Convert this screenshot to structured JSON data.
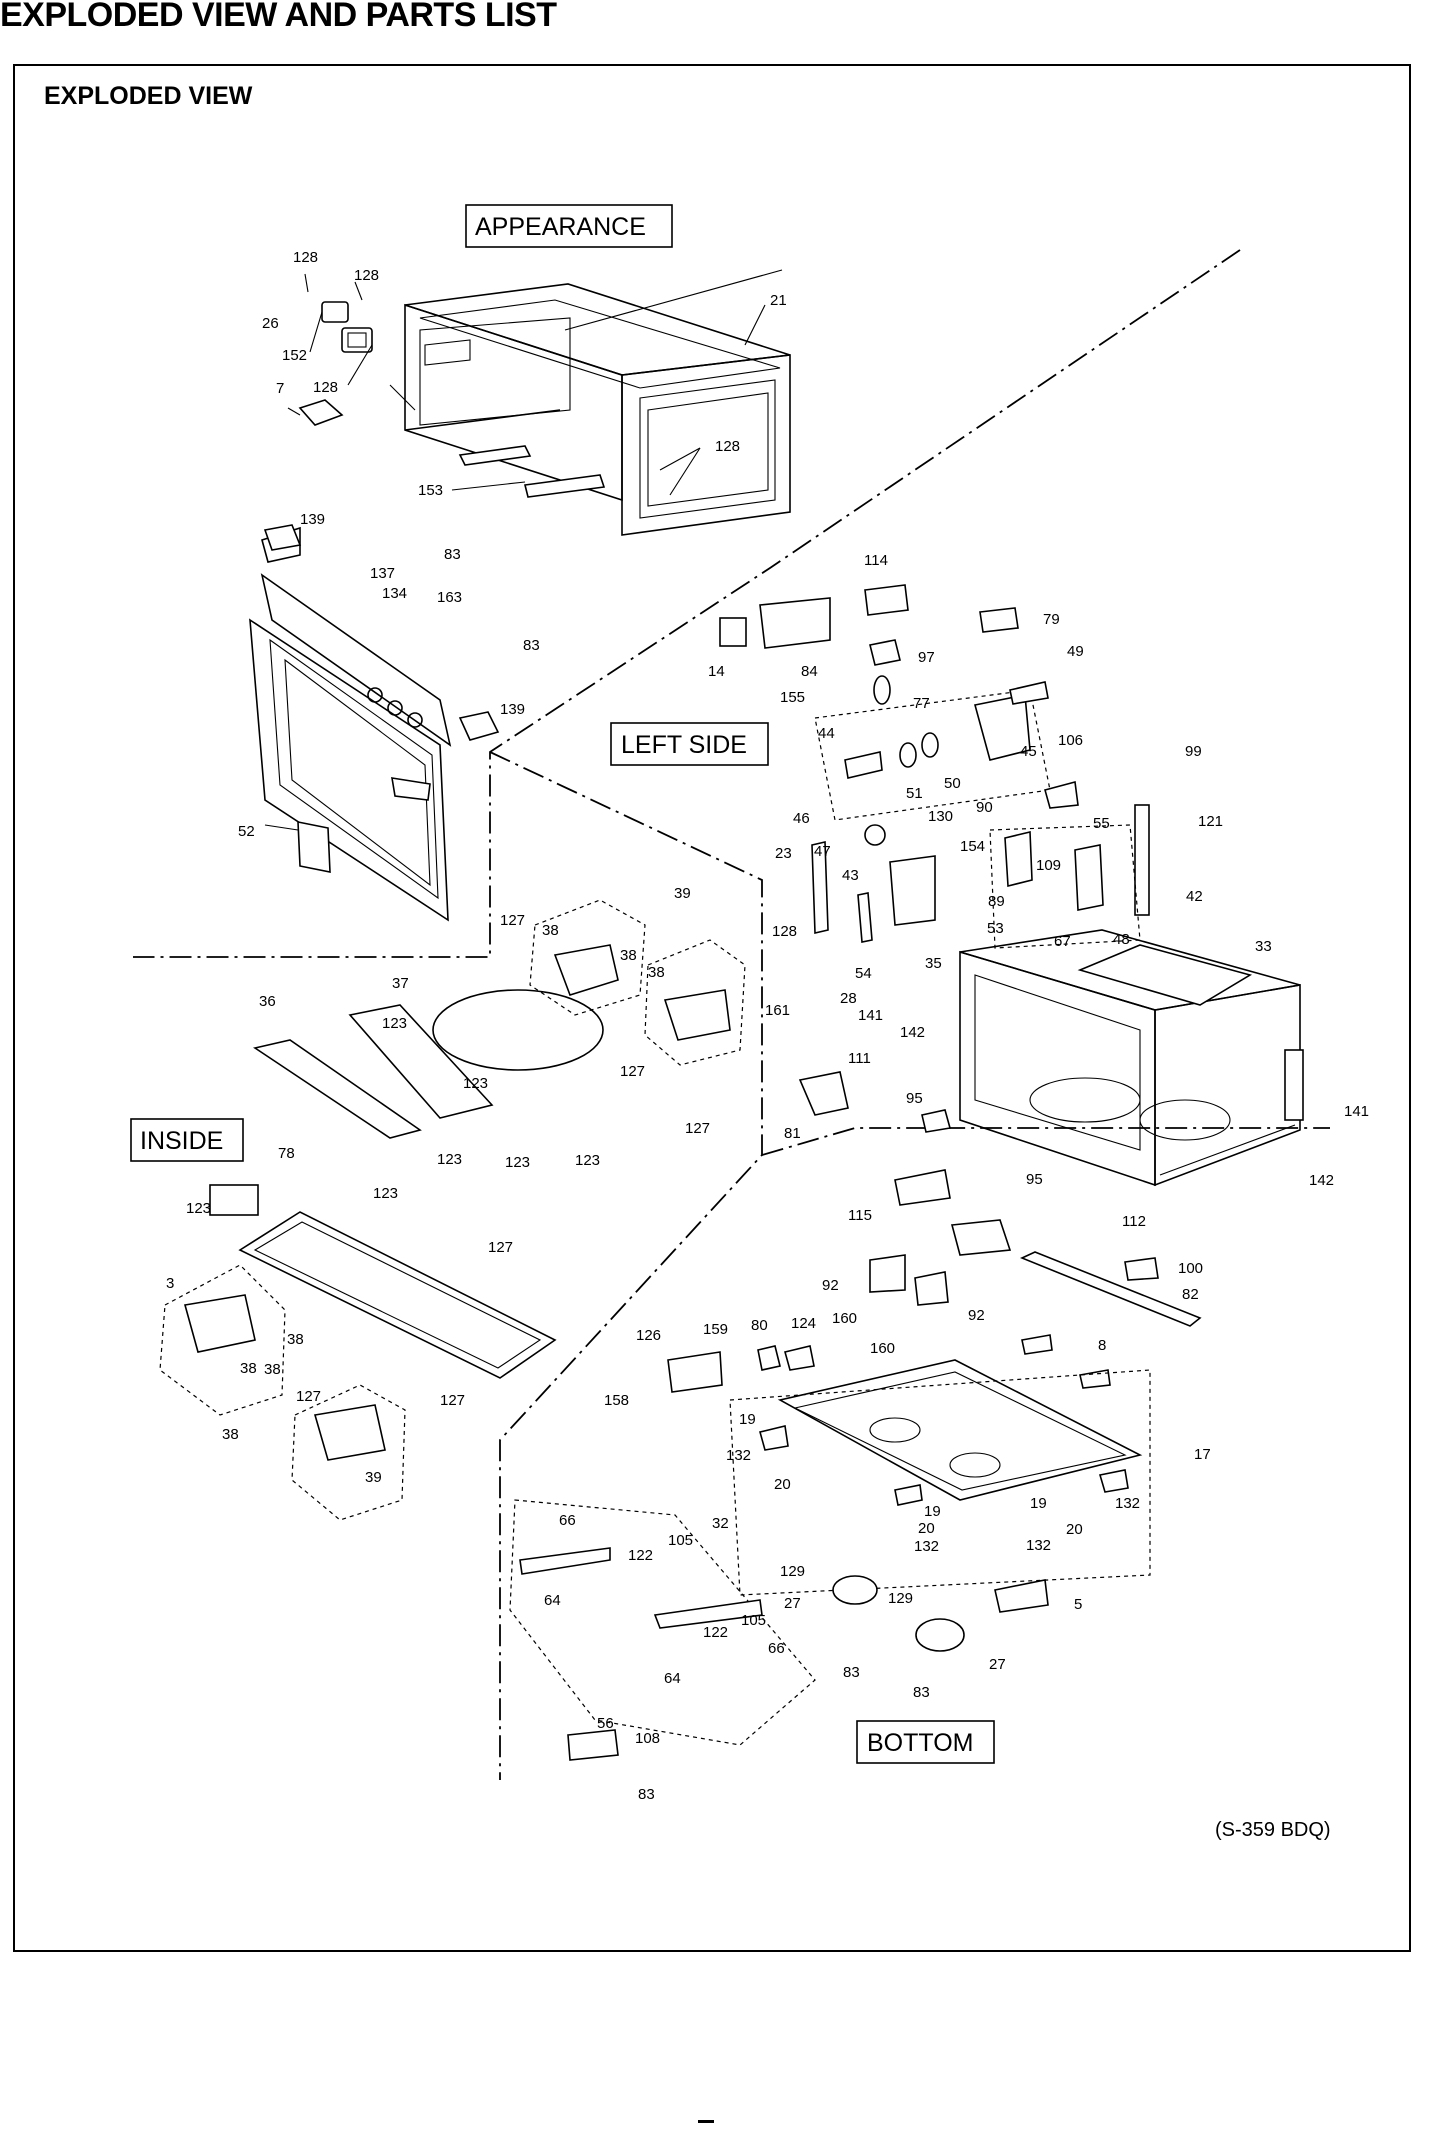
{
  "page_title": "EXPLODED VIEW AND PARTS LIST",
  "section_title": "EXPLODED VIEW",
  "model_code": "(S-359 BDQ)",
  "groups": {
    "appearance": "APPEARANCE",
    "left_side": "LEFT SIDE",
    "inside": "INSIDE",
    "bottom": "BOTTOM"
  },
  "part_numbers": {
    "appearance": [
      "128",
      "128",
      "26",
      "152",
      "7",
      "128",
      "21",
      "128",
      "153"
    ],
    "door": [
      "139",
      "83",
      "137",
      "134",
      "163",
      "83",
      "139",
      "52"
    ],
    "left_side": [
      "114",
      "14",
      "84",
      "79",
      "97",
      "49",
      "155",
      "44",
      "77",
      "45",
      "106",
      "99",
      "51",
      "50",
      "90",
      "46",
      "130",
      "47",
      "55",
      "23",
      "43",
      "121",
      "154",
      "109",
      "89",
      "42",
      "128",
      "28",
      "53",
      "67",
      "48",
      "54",
      "35",
      "161",
      "141",
      "142",
      "33",
      "111",
      "81",
      "95",
      "141",
      "95",
      "142",
      "112"
    ],
    "inside": [
      "127",
      "38",
      "39",
      "38",
      "37",
      "38",
      "36",
      "123",
      "123",
      "127",
      "127",
      "123",
      "123",
      "123",
      "123",
      "78",
      "123",
      "127",
      "3",
      "38",
      "38",
      "127",
      "127",
      "38",
      "39",
      "38"
    ],
    "bottom": [
      "115",
      "100",
      "92",
      "82",
      "160",
      "92",
      "160",
      "126",
      "159",
      "80",
      "124",
      "8",
      "158",
      "17",
      "19",
      "132",
      "20",
      "32",
      "66",
      "105",
      "19",
      "20",
      "19",
      "132",
      "122",
      "132",
      "20",
      "132",
      "129",
      "129",
      "27",
      "5",
      "64",
      "122",
      "105",
      "66",
      "64",
      "83",
      "27",
      "83",
      "56",
      "108",
      "83"
    ]
  },
  "colors": {
    "line": "#000000",
    "background": "#ffffff"
  }
}
